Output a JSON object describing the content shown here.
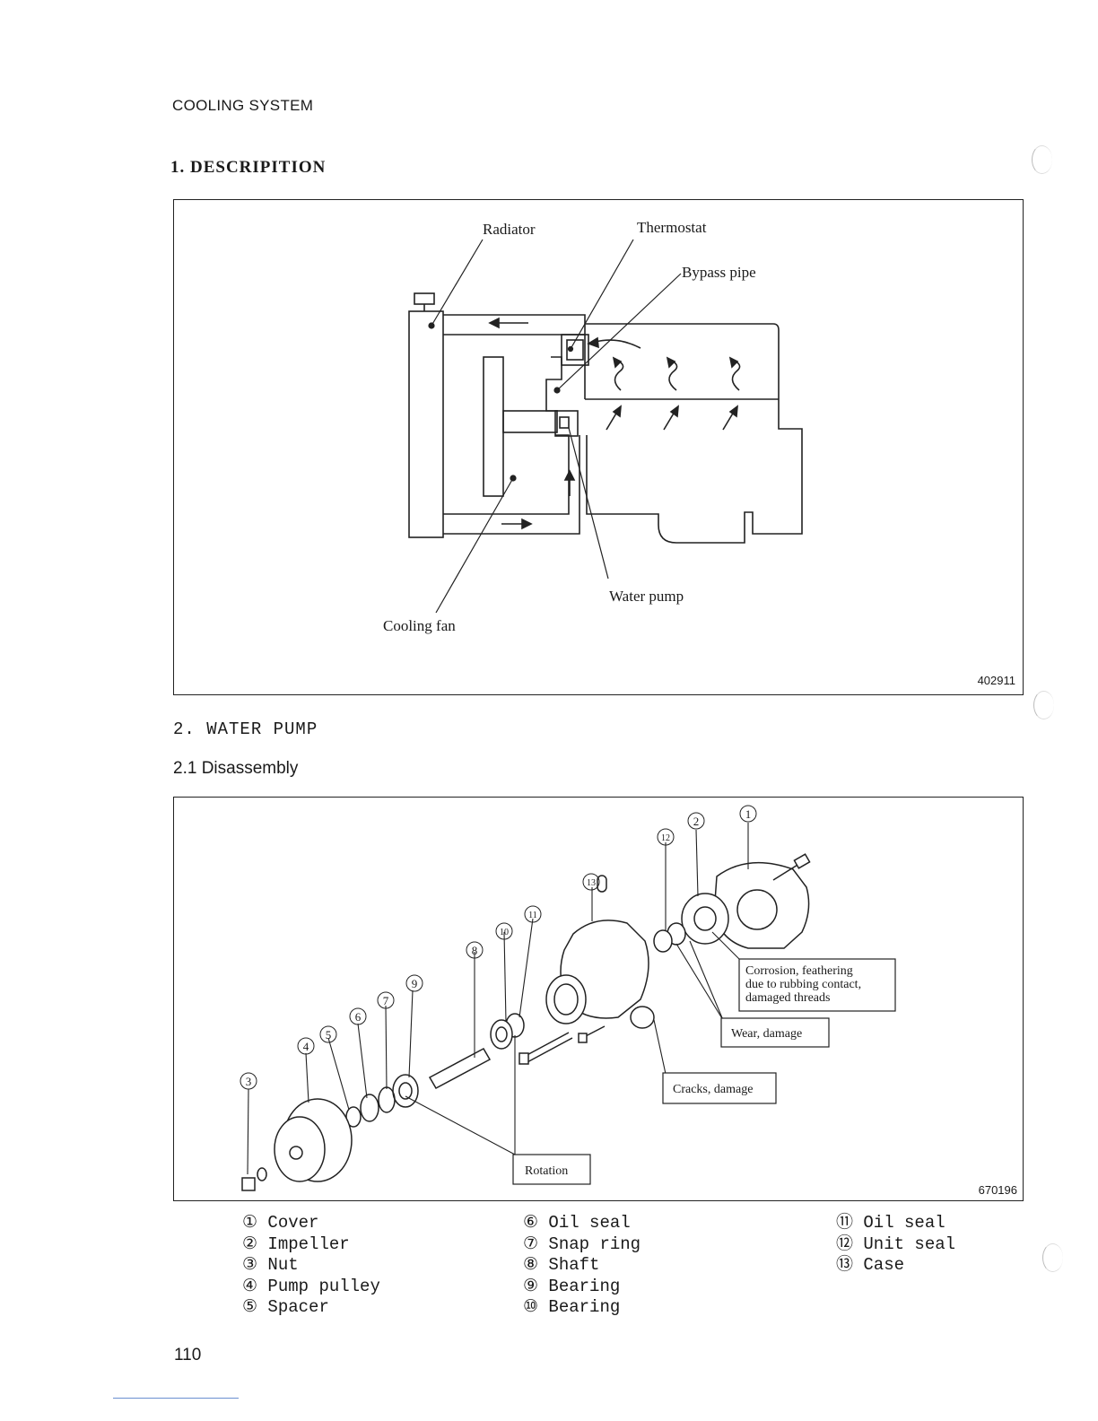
{
  "header": {
    "section": "COOLING SYSTEM"
  },
  "section1": {
    "heading": "1.  DESCRIPITION"
  },
  "figure1": {
    "labels": {
      "radiator": "Radiator",
      "thermostat": "Thermostat",
      "bypass_pipe": "Bypass pipe",
      "water_pump": "Water pump",
      "cooling_fan": "Cooling fan"
    },
    "figure_number": "402911"
  },
  "section2": {
    "heading": "2.   WATER PUMP",
    "subheading": "2.1  Disassembly"
  },
  "figure2": {
    "callouts": {
      "corrosion_line1": "Corrosion, feathering",
      "corrosion_line2": "due to rubbing contact,",
      "corrosion_line3": "damaged threads",
      "wear": "Wear, damage",
      "cracks": "Cracks, damage",
      "rotation": "Rotation"
    },
    "part_numbers": [
      "①",
      "②",
      "③",
      "④",
      "⑤",
      "⑥",
      "⑦",
      "⑧",
      "⑨",
      "⑩",
      "⑪",
      "⑫",
      "⑬"
    ],
    "figure_number": "670196"
  },
  "legend": {
    "col1": [
      "① Cover",
      "② Impeller",
      "③ Nut",
      "④ Pump pulley",
      "⑤ Spacer"
    ],
    "col2": [
      "⑥ Oil seal",
      "⑦ Snap ring",
      "⑧ Shaft",
      "⑨ Bearing",
      "⑩ Bearing"
    ],
    "col3": [
      "⑪ Oil seal",
      "⑫ Unit seal",
      "⑬ Case"
    ]
  },
  "page": {
    "number": "110"
  }
}
